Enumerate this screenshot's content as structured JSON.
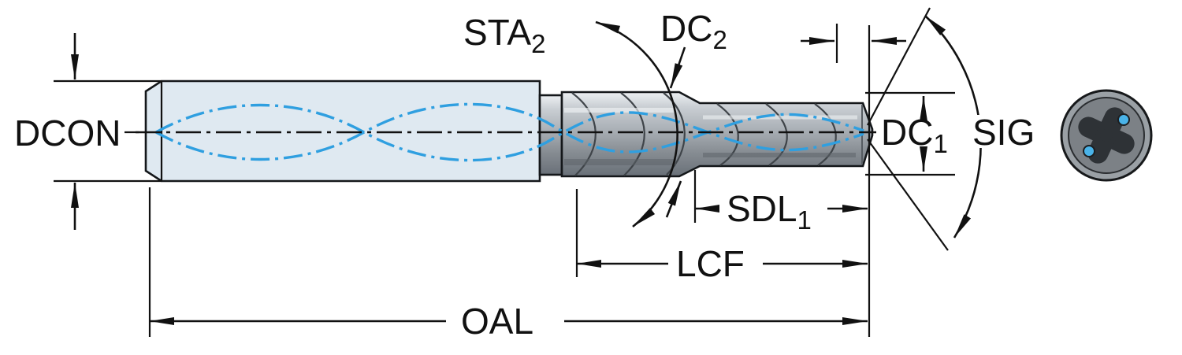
{
  "diagram": {
    "type": "technical-drawing",
    "subject": "step drill dimensional diagram with end view",
    "labels": {
      "dcon": "DCON",
      "sta2": {
        "base": "STA",
        "sub": "2"
      },
      "dc2": {
        "base": "DC",
        "sub": "2"
      },
      "dc1": {
        "base": "DC",
        "sub": "1"
      },
      "sig": "SIG",
      "sdl1": {
        "base": "SDL",
        "sub": "1"
      },
      "lcf": "LCF",
      "oal": "OAL"
    },
    "colors": {
      "coolant_line_blue": "#2f9fe0",
      "coolant_hole_blue": "#4ab3e8",
      "shank_fill": "#dfe9f1",
      "dimension_black": "#111111"
    }
  }
}
